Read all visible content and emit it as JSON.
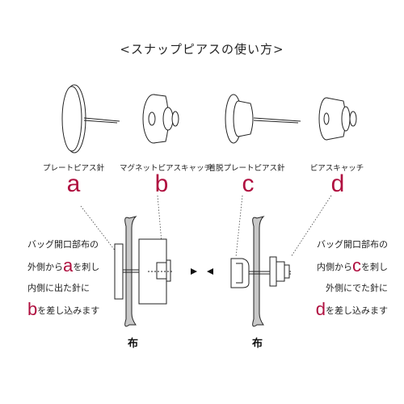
{
  "title": "<スナップピアスの使い方>",
  "parts": [
    {
      "label": "プレートピアス針",
      "letter": "a"
    },
    {
      "label": "マグネットピアスキャッチ",
      "letter": "b"
    },
    {
      "label": "着脱プレートピアス針",
      "letter": "c"
    },
    {
      "label": "ピアスキャッチ",
      "letter": "d"
    }
  ],
  "left_instruction": {
    "line1": "バッグ開口部布の",
    "line2_pre": "外側から",
    "line2_letter": "a",
    "line2_post": "を刺し",
    "line3": "内側に出た針に",
    "line4_letter": "b",
    "line4_post": "を差し込みます"
  },
  "right_instruction": {
    "line1": "バッグ開口部布の",
    "line2_pre": "内側から",
    "line2_letter": "c",
    "line2_post": "を刺し",
    "line3": "外側にでた針に",
    "line4_letter": "d",
    "line4_post": "を差し込みます"
  },
  "cloth_label_left": "布",
  "cloth_label_right": "布",
  "colors": {
    "accent": "#b01040",
    "line": "#222222",
    "fabric": "#c8c8c8"
  }
}
